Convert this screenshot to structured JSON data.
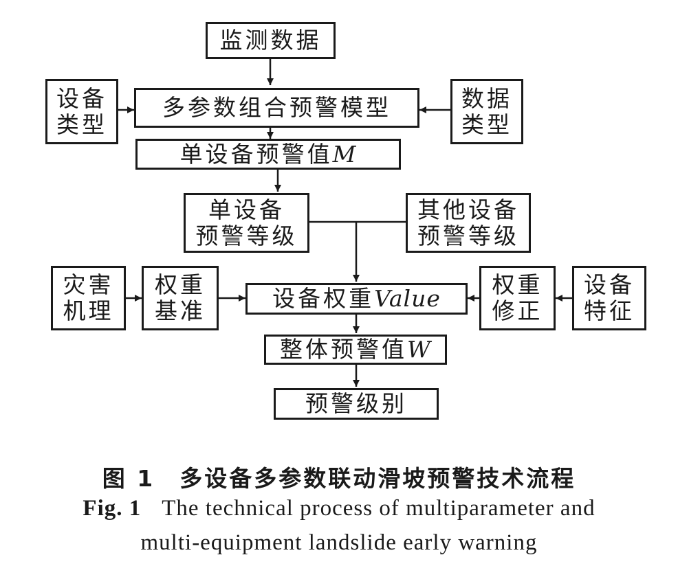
{
  "nodes": {
    "monitoring_data": "监测数据",
    "equipment_type": [
      "设备",
      "类型"
    ],
    "multi_param_model": "多参数组合预警模型",
    "data_type": [
      "数据",
      "类型"
    ],
    "single_warning_value": {
      "text": "单设备预警值",
      "var": "M"
    },
    "single_warning_level": [
      "单设备",
      "预警等级"
    ],
    "other_warning_level": [
      "其他设备",
      "预警等级"
    ],
    "disaster_mechanism": [
      "灾害",
      "机理"
    ],
    "weight_benchmark": [
      "权重",
      "基准"
    ],
    "equipment_weight": {
      "text": "设备权重",
      "var": "Value"
    },
    "weight_correction": [
      "权重",
      "修正"
    ],
    "equipment_feature": [
      "设备",
      "特征"
    ],
    "overall_warning_value": {
      "text": "整体预警值",
      "var": "W"
    },
    "warning_level": "预警级别"
  },
  "caption": {
    "cn_number": "图 1",
    "cn_title": "多设备多参数联动滑坡预警技术流程",
    "en_label": "Fig. 1",
    "en_line1": "The technical process of multiparameter and",
    "en_line2": "multi-equipment landslide early warning"
  }
}
